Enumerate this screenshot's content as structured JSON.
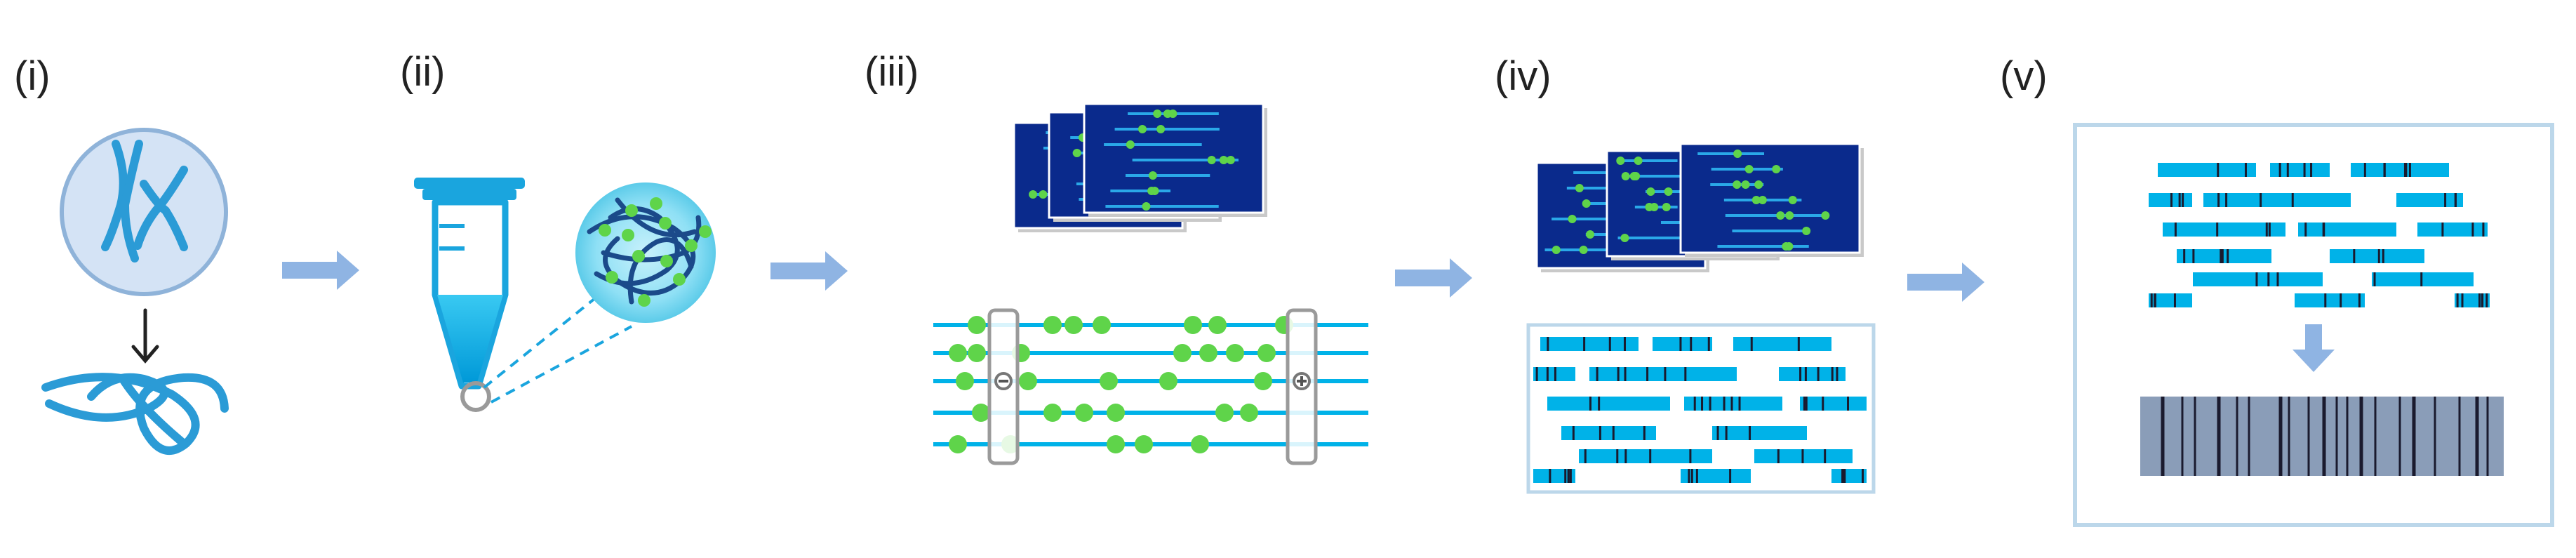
{
  "steps": [
    {
      "id": "i",
      "label": "(i)"
    },
    {
      "id": "ii",
      "label": "(ii)"
    },
    {
      "id": "iii",
      "label": "(iii)"
    },
    {
      "id": "iv",
      "label": "(iv)"
    },
    {
      "id": "v",
      "label": "(v)"
    }
  ],
  "colors": {
    "cyan": "#00b2e8",
    "cyan_light": "#6fd6f2",
    "blue_line": "#2b9bd6",
    "arrow": "#8fb4e3",
    "cell_fill": "#d4e3f5",
    "cell_stroke": "#8fb3d9",
    "green": "#5fd44a",
    "image_bg": "#0a2a8c",
    "panel_stroke": "#bcd7ea",
    "barcode_bg": "#8a9db8",
    "barcode_line": "#1a1a2e",
    "gray": "#9a9a9a"
  },
  "icons": {
    "cell": "cell-with-chromosomes-icon",
    "dna": "tangled-dna-icon",
    "tube": "sample-tube-icon",
    "zoom": "dna-globule-zoom-icon",
    "electrodes": "electrophoresis-electrode-icon",
    "barcode": "consensus-barcode-icon"
  }
}
